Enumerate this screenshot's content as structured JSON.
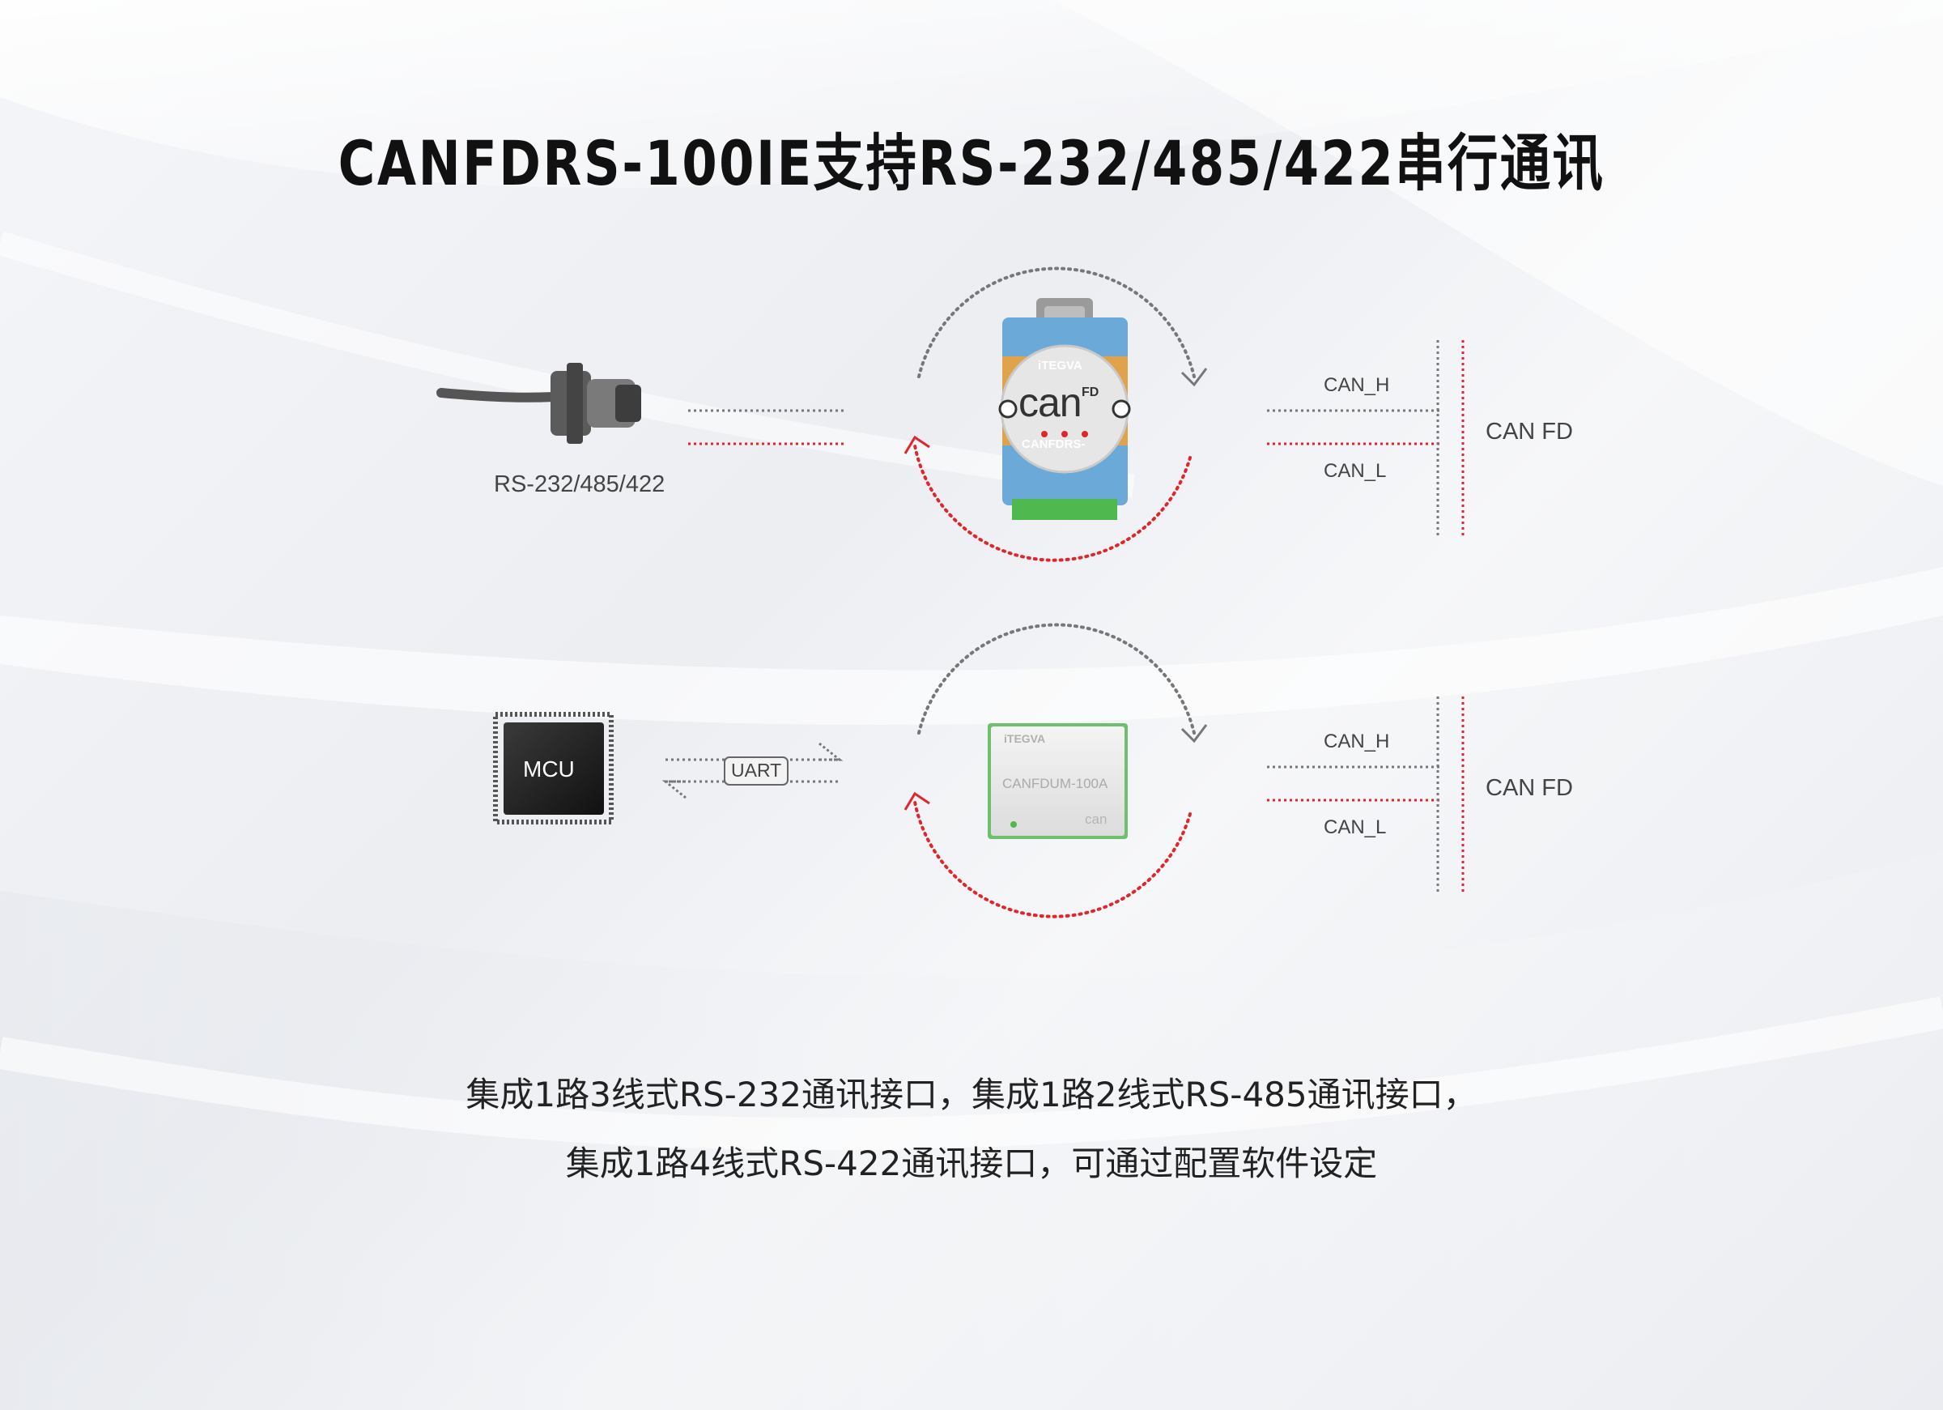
{
  "title": "CANFDRS-100IE支持RS-232/485/422串行通讯",
  "top_diagram": {
    "left_label": "RS-232/485/422",
    "can_h": "CAN_H",
    "can_l": "CAN_L",
    "can_fd": "CAN FD",
    "device": {
      "brand": "iTEGVA",
      "logo_text": "can",
      "logo_sup": "FD",
      "model": "CANFDRS-"
    }
  },
  "bottom_diagram": {
    "mcu_label": "MCU",
    "uart_label": "UART",
    "can_h": "CAN_H",
    "can_l": "CAN_L",
    "can_fd": "CAN FD",
    "module": {
      "brand": "iTEGVA",
      "model": "CANFDUM-100A",
      "logo_text": "can"
    }
  },
  "description": {
    "line1": "集成1路3线式RS-232通讯接口，集成1路2线式RS-485通讯接口，",
    "line2": "集成1路4线式RS-422通讯接口，可通过配置软件设定"
  },
  "colors": {
    "red_dotted": "#e0252b",
    "gray_dotted": "#777777",
    "device_blue": "#6aa9d8",
    "device_orange": "#e0a24a",
    "terminal_green": "#4fb84f"
  }
}
